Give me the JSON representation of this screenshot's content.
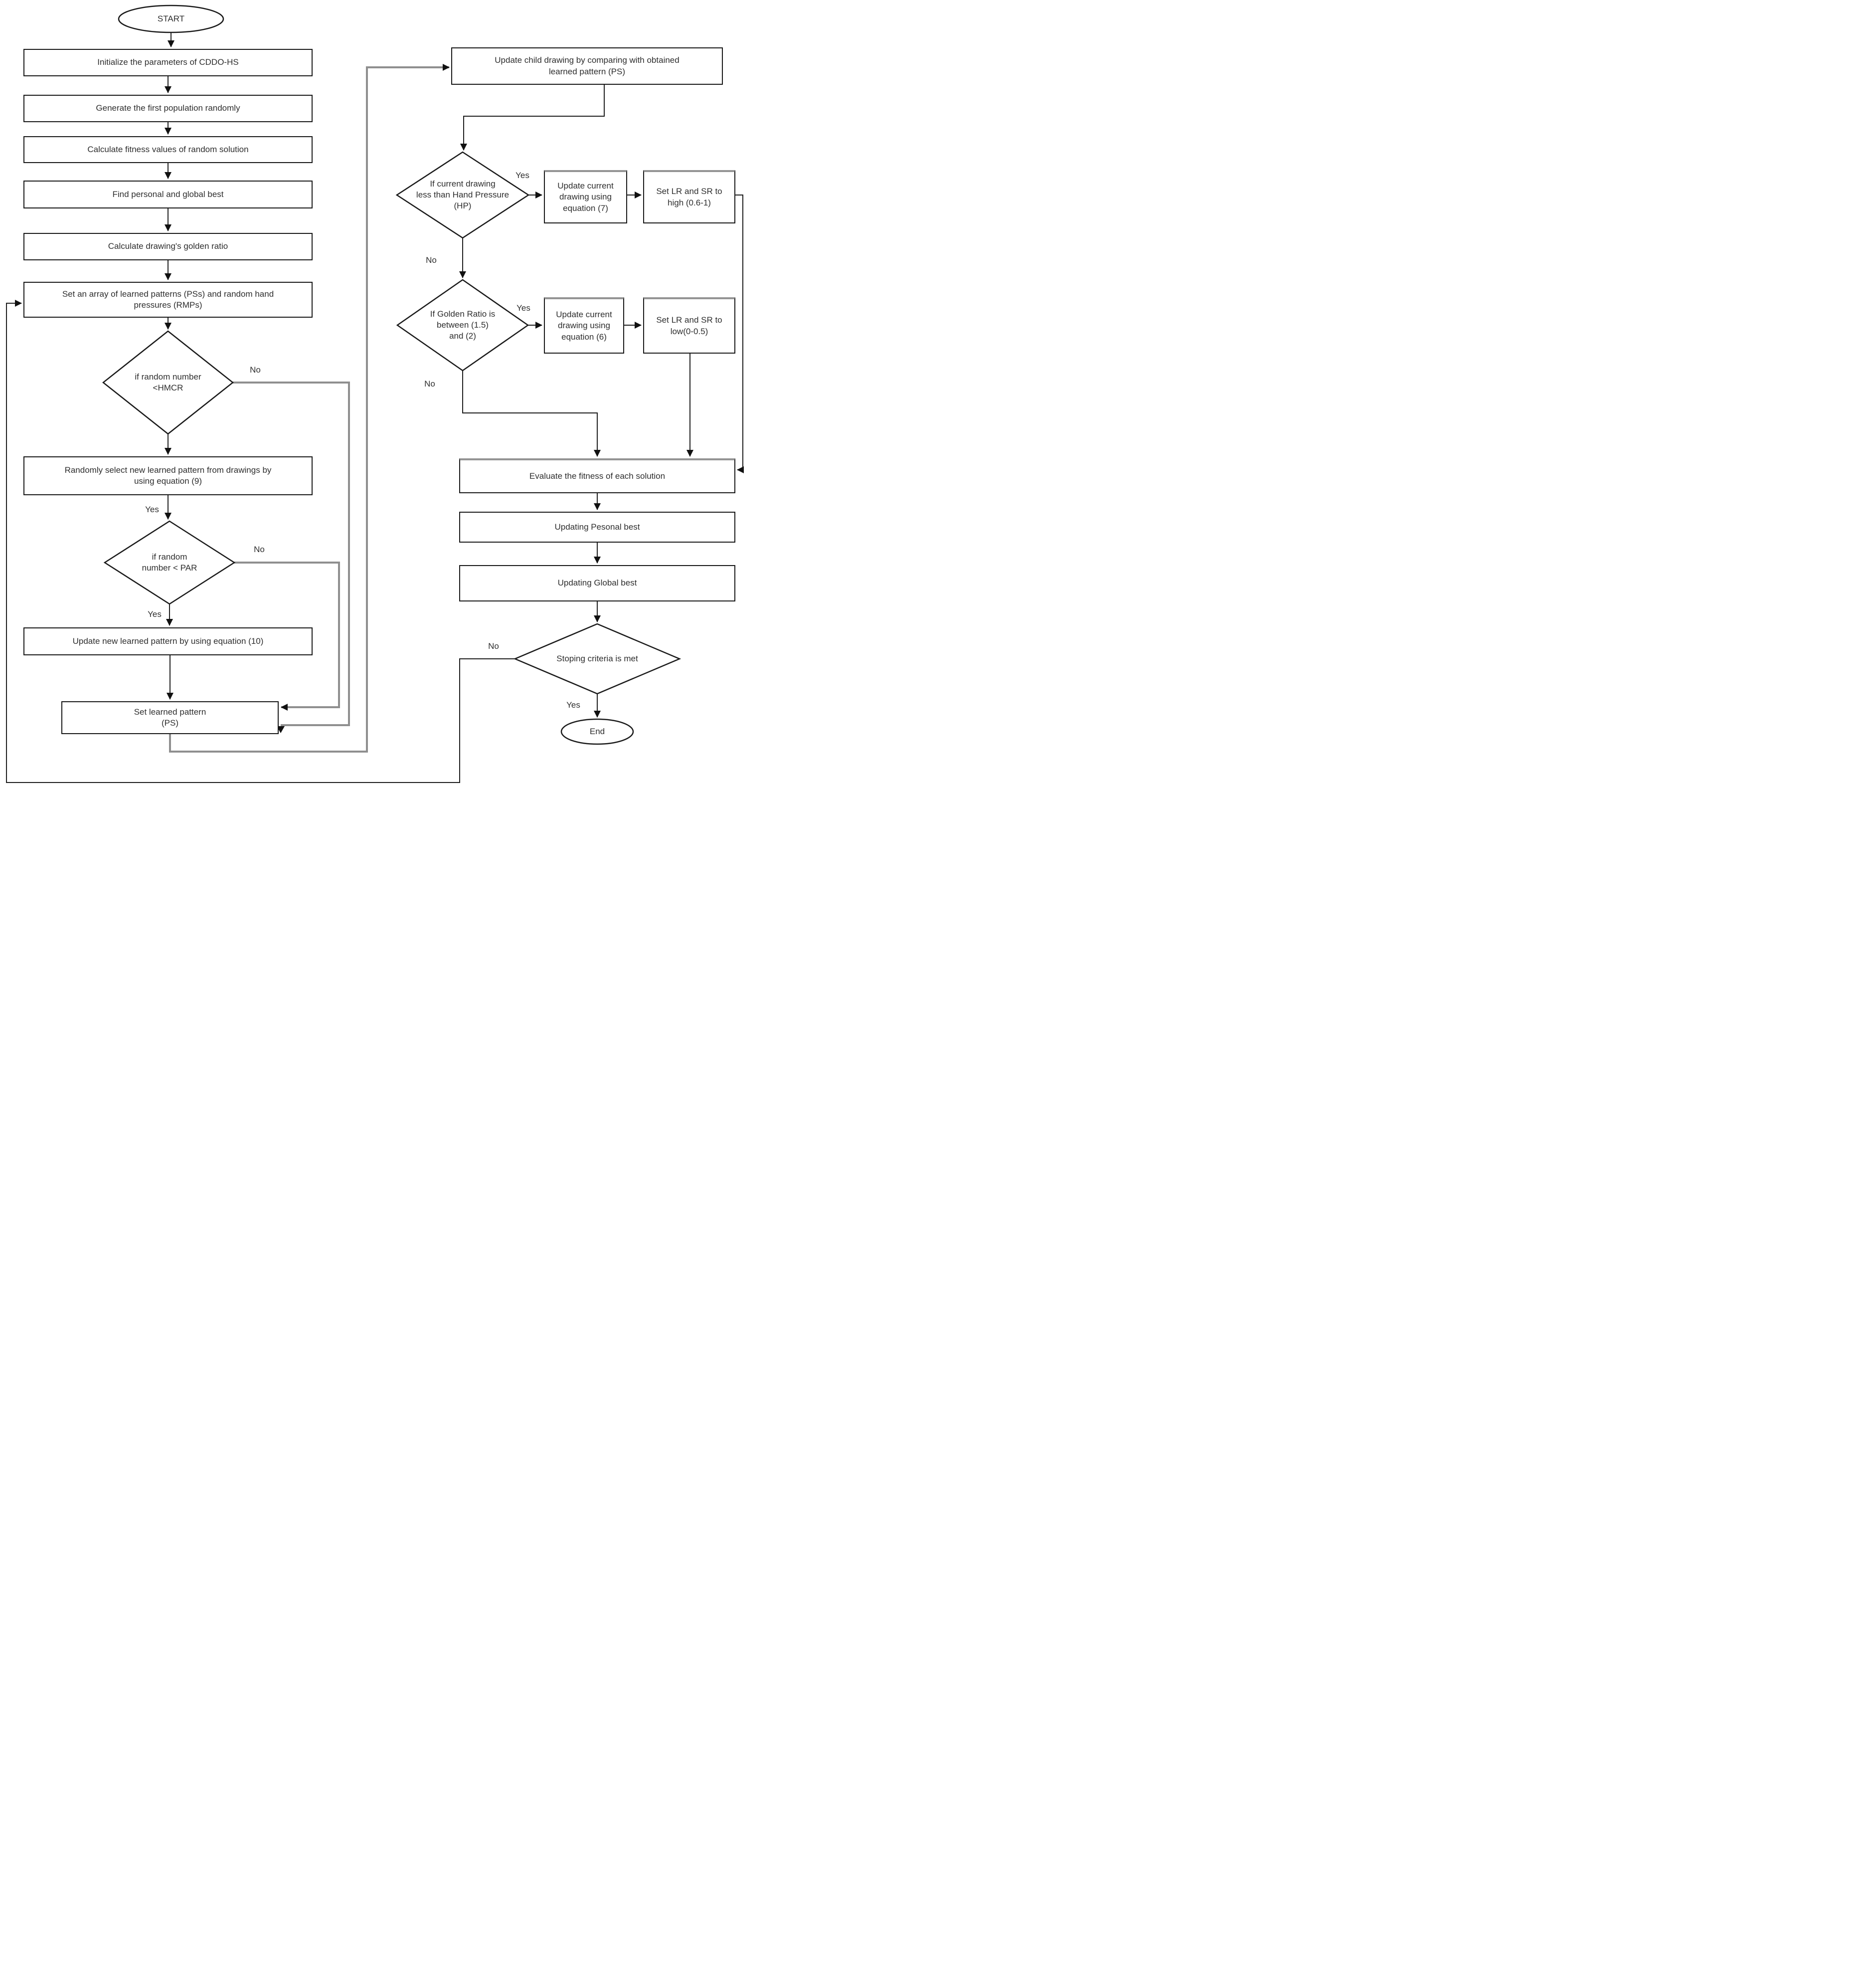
{
  "labels": {
    "yes": "Yes",
    "no": "No"
  },
  "nodes": {
    "start": "START",
    "init": "Initialize the parameters of CDDO-HS",
    "generate": "Generate the first population randomly",
    "fitness": "Calculate fitness values of random solution",
    "best": "Find personal and global best",
    "golden_ratio_calc": "Calculate drawing's golden ratio",
    "set_array": "Set an array of learned patterns (PSs) and random hand\npressures (RMPs)",
    "if_hmcr": "if random number\n<HMCR",
    "random_select": "Randomly select new learned pattern from drawings by\nusing equation (9)",
    "if_par": "if random\nnumber < PAR",
    "update_eq10": "Update new learned pattern  by using equation (10)",
    "set_ps": "Set learned pattern\n(PS)",
    "update_child": "Update child drawing by comparing with obtained\nlearned pattern (PS)",
    "if_hp": "If current drawing\nless than Hand Pressure\n(HP)",
    "update_eq7": "Update current\ndrawing using\nequation (7)",
    "set_lr_high": "Set LR and SR to\nhigh (0.6-1)",
    "if_golden": "If Golden Ratio is\nbetween (1.5)\nand (2)",
    "update_eq6": "Update current\ndrawing using\nequation (6)",
    "set_lr_low": "Set LR and SR to\nlow(0-0.5)",
    "evaluate": "Evaluate the fitness of each solution",
    "personal": "Updating Pesonal best",
    "global": "Updating Global best",
    "stoping": "Stoping criteria is met",
    "end": "End"
  },
  "colors": {
    "stroke": "#1a1a1a",
    "thick_line": "#8f8f8f",
    "text": "#2e2e2e",
    "background": "#ffffff"
  }
}
